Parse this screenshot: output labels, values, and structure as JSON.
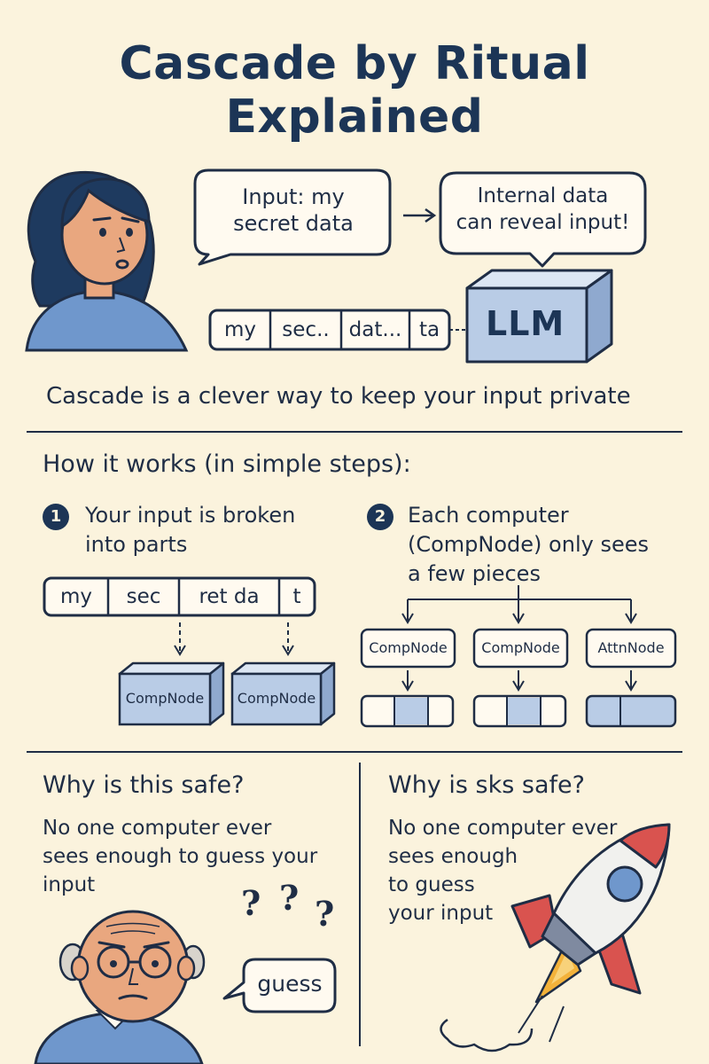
{
  "title": {
    "line1": "Cascade by Ritual",
    "line2": "Explained"
  },
  "intro": {
    "bubble_input": [
      "Input: my",
      "secret data"
    ],
    "bubble_leak": [
      "Internal data",
      "can reveal input!"
    ],
    "tokens": [
      "my",
      "sec..",
      "dat...",
      "ta"
    ],
    "llm_label": "LLM",
    "tagline": "Cascade is a clever way to keep your input private"
  },
  "how": {
    "heading": "How it works (in simple steps):",
    "step1": {
      "number": "1",
      "text": [
        "Your input is broken",
        "into parts"
      ],
      "parts": [
        "my",
        "sec",
        "ret da",
        "t"
      ],
      "nodes": [
        "CompNode",
        "CompNode"
      ]
    },
    "step2": {
      "number": "2",
      "text": [
        "Each computer",
        "(CompNode) only sees",
        "a few pieces"
      ],
      "nodes": [
        "CompNode",
        "CompNode",
        "AttnNode"
      ]
    }
  },
  "safe_left": {
    "heading": "Why is this safe?",
    "text": [
      "No one computer ever",
      "sees enough to guess your",
      "input"
    ],
    "question_marks": [
      "?",
      "?",
      "?"
    ],
    "bubble": "guess"
  },
  "safe_right": {
    "heading": "Why is sks safe?",
    "text": [
      "No one computer ever",
      "sees enough",
      "to guess",
      "your input"
    ]
  },
  "colors": {
    "background": "#fbf3dd",
    "navy": "#1c3556",
    "box_blue": "#b9cce6",
    "box_blue_dark": "#8fa9cf",
    "skin": "#e9a77f",
    "shirt": "#6f97cc",
    "rocket_red": "#d9534f",
    "flame": "#f3b23a"
  }
}
